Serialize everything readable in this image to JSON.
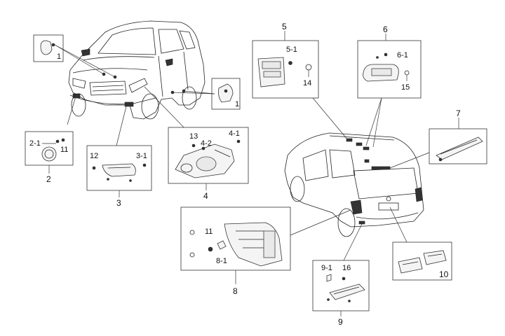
{
  "callouts": {
    "c1a": "1",
    "c1b": "1",
    "c2": "2",
    "c2_1": "2-1",
    "c2_11": "11",
    "c3": "3",
    "c3_12": "12",
    "c3_1": "3-1",
    "c4": "4",
    "c4_13": "13",
    "c4_2": "4-2",
    "c4_1": "4-1",
    "c5": "5",
    "c5_1": "5-1",
    "c5_14": "14",
    "c6": "6",
    "c6_1": "6-1",
    "c6_15": "15",
    "c7": "7",
    "c8": "8",
    "c8_11": "11",
    "c8_1": "8-1",
    "c9": "9",
    "c9_1": "9-1",
    "c9_16": "16",
    "c10": "10"
  },
  "colors": {
    "line": "#333333",
    "background": "#ffffff"
  }
}
